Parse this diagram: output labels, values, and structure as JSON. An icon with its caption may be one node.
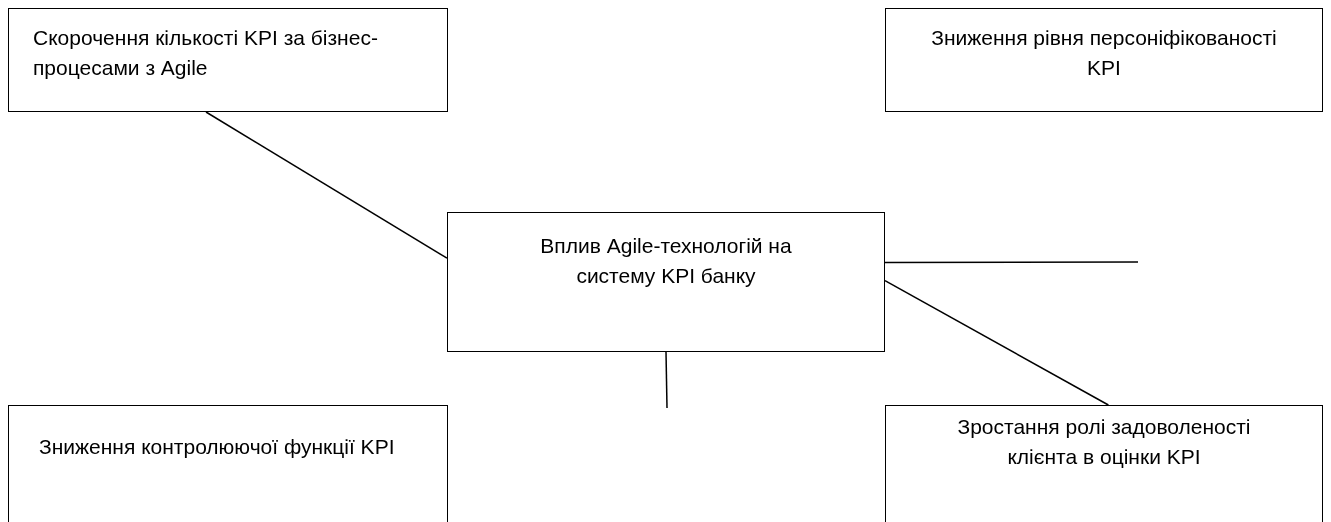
{
  "diagram": {
    "nodes": [
      {
        "text": [
          "Скорочення кількості KPI за бізнес-процесами з Agile"
        ]
      },
      {
        "text": [
          "Зниження рівня персоніфікованості KPI"
        ]
      },
      {
        "text": [
          "Вплив Agile-технологій на систему KPI банку"
        ]
      },
      {
        "text": [
          "Зниження контролюючої функції KPI"
        ]
      },
      {
        "text": [
          "Зростання ролі задоволеності клієнта в оцінки KPI"
        ]
      }
    ],
    "edges": [
      {
        "from": 0,
        "to": 2,
        "arrow": "none"
      },
      {
        "from": 2,
        "to": null,
        "arrow": "none"
      },
      {
        "from": 2,
        "to": 4,
        "arrow": "none"
      },
      {
        "from": 2,
        "to": null,
        "arrow": "none"
      }
    ]
  }
}
